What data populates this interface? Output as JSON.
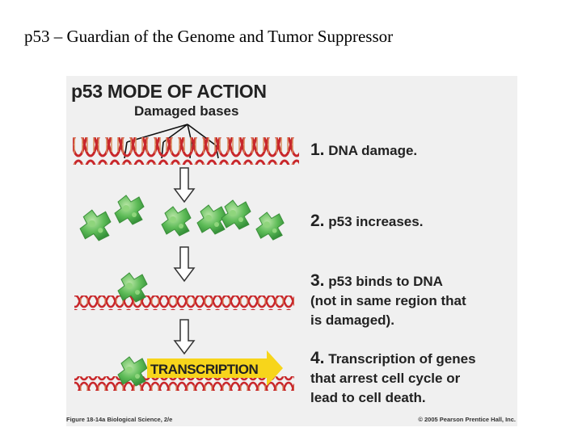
{
  "slide": {
    "title": "p53 – Guardian of the Genome and Tumor Suppressor"
  },
  "figure": {
    "title": "p53 MODE OF ACTION",
    "damaged_label": "Damaged bases",
    "transcription_label": "TRANSCRIPTION",
    "steps": [
      {
        "num": "1.",
        "lines": [
          "DNA damage."
        ]
      },
      {
        "num": "2.",
        "lines": [
          "p53 increases."
        ]
      },
      {
        "num": "3.",
        "lines": [
          "p53 binds to DNA",
          "(not in same region that",
          "is damaged)."
        ]
      },
      {
        "num": "4.",
        "lines": [
          "Transcription of genes",
          "that arrest cell cycle or",
          "lead to cell death."
        ]
      }
    ],
    "caption_left": "Figure 18-14a  Biological Science, 2/e",
    "caption_right": "© 2005 Pearson Prentice Hall, Inc."
  },
  "colors": {
    "dna_red": "#c8272b",
    "dna_rung": "#d98a5c",
    "protein_green": "#5dbb57",
    "arrow_yellow": "#f7d51b"
  }
}
